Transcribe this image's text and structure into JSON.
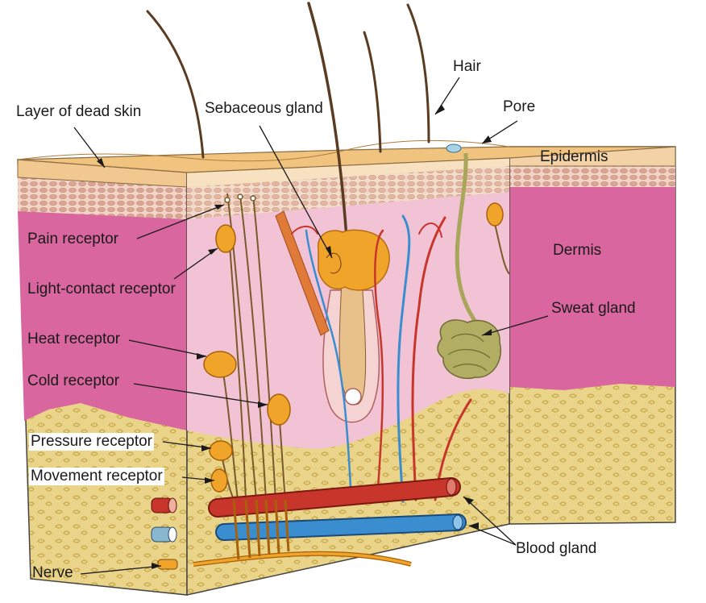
{
  "labels": {
    "hair": "Hair",
    "pore": "Pore",
    "epidermis": "Epidermis",
    "layer_dead_skin": "Layer of dead skin",
    "sebaceous_gland": "Sebaceous gland",
    "pain_receptor": "Pain receptor",
    "light_contact_receptor": "Light-contact receptor",
    "heat_receptor": "Heat receptor",
    "cold_receptor": "Cold receptor",
    "pressure_receptor": "Pressure receptor",
    "movement_receptor": "Movement receptor",
    "nerve": "Nerve",
    "dermis": "Dermis",
    "sweat_gland": "Sweat gland",
    "blood_gland": "Blood gland"
  },
  "colors": {
    "dead_skin": "#f0c890",
    "epidermis": "#f6dcc0",
    "cell_layer": "#e9c3b2",
    "dermis_front": "#d9669f",
    "dermis_inner": "#f1c3d5",
    "fat": "#e6cf7c",
    "artery": "#c8362b",
    "vein": "#3a8ed0",
    "receptor": "#f0a52a",
    "sweat_gland": "#a9a55a",
    "hair": "#5a3c22"
  }
}
